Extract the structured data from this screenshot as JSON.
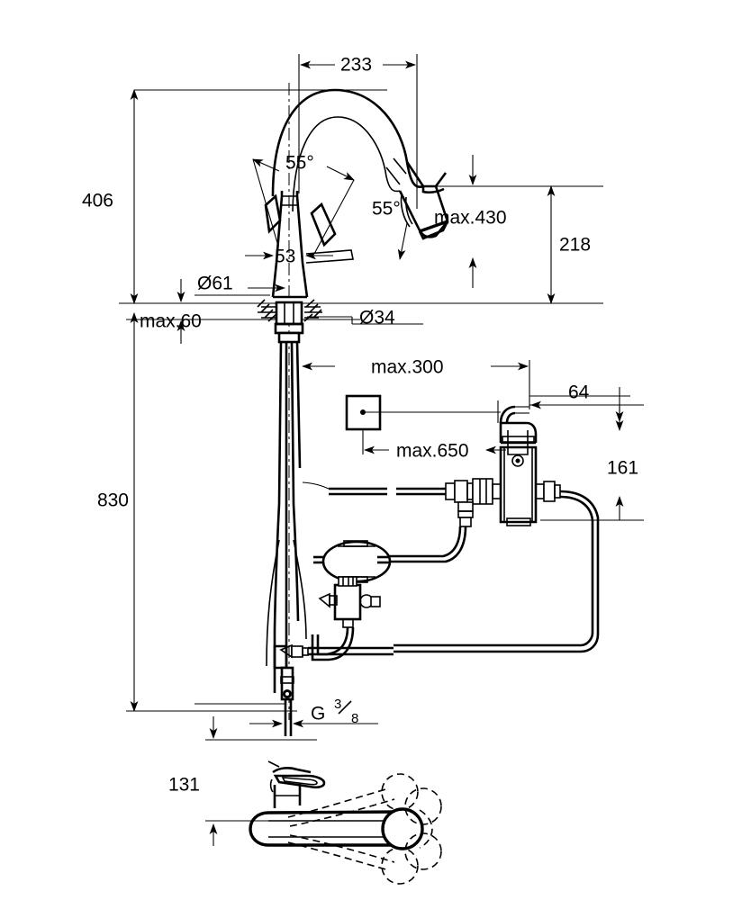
{
  "document": {
    "title": "Kitchen mixer tap – dimensioned technical drawing",
    "type": "engineering-line-drawing",
    "units": "mm",
    "background_color": "#ffffff",
    "line_color": "#000000"
  },
  "dimensions": {
    "spout_reach": "233",
    "overall_height": "406",
    "swivel_angle_left": "55°",
    "swivel_angle_right": "55°",
    "lever_width": "53",
    "spout_max_pullout": "max.430",
    "spout_height": "218",
    "base_diameter": "Ø61",
    "deck_thickness": "max.60",
    "shank_diameter": "Ø34",
    "hose_reach": "max.300",
    "hose_length": "max.650",
    "box_offset": "64",
    "box_height": "161",
    "total_height": "830",
    "connection_thread_prefix": "G",
    "connection_thread_numerator": "3",
    "connection_thread_denominator": "8",
    "plan_view_offset": "131"
  },
  "labels": [
    {
      "id": "dim-233",
      "text": "233",
      "role": "horizontal-dimension"
    },
    {
      "id": "dim-406",
      "text": "406",
      "role": "vertical-dimension"
    },
    {
      "id": "dim-55-upper",
      "text": "55°",
      "role": "angular-dimension"
    },
    {
      "id": "dim-55-lower",
      "text": "55°",
      "role": "angular-dimension"
    },
    {
      "id": "dim-53",
      "text": "53",
      "role": "horizontal-dimension"
    },
    {
      "id": "dim-max430",
      "text": "max.430",
      "role": "vertical-dimension"
    },
    {
      "id": "dim-218",
      "text": "218",
      "role": "vertical-dimension"
    },
    {
      "id": "dim-d61",
      "text": "Ø61",
      "role": "diameter-dimension"
    },
    {
      "id": "dim-max60",
      "text": "max.60",
      "role": "vertical-dimension"
    },
    {
      "id": "dim-d34",
      "text": "Ø34",
      "role": "diameter-dimension"
    },
    {
      "id": "dim-max300",
      "text": "max.300",
      "role": "horizontal-dimension"
    },
    {
      "id": "dim-max650",
      "text": "max.650",
      "role": "horizontal-dimension"
    },
    {
      "id": "dim-64",
      "text": "64",
      "role": "horizontal-dimension"
    },
    {
      "id": "dim-161",
      "text": "161",
      "role": "vertical-dimension"
    },
    {
      "id": "dim-830",
      "text": "830",
      "role": "vertical-dimension"
    },
    {
      "id": "dim-thread",
      "text": "G 3/8",
      "role": "thread-callout"
    },
    {
      "id": "dim-131",
      "text": "131",
      "role": "vertical-dimension"
    }
  ],
  "views": {
    "elevation": "front elevation of pull-out kitchen mixer with supply hoses",
    "plan": "top view showing swivel range of spout"
  }
}
